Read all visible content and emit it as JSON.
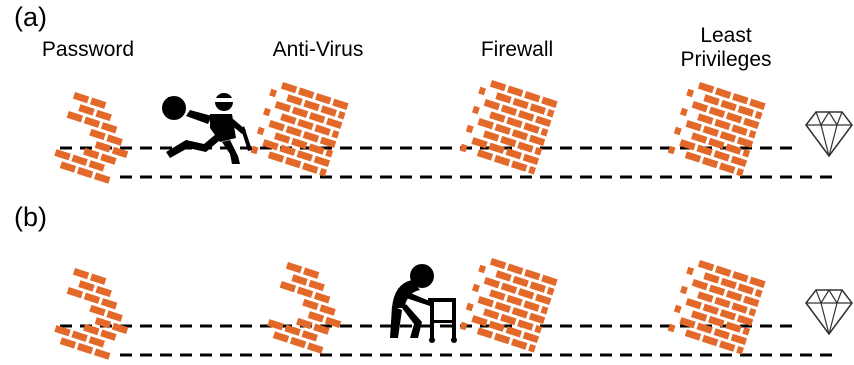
{
  "panel_a": {
    "label": "(a)"
  },
  "panel_b": {
    "label": "(b)"
  },
  "layers": [
    {
      "label": "Password"
    },
    {
      "label": "Anti-Virus"
    },
    {
      "label": "Firewall"
    },
    {
      "label": "Least\nPrivileges"
    }
  ],
  "colors": {
    "brick": "#e2692a",
    "line": "#000000",
    "diamond_stroke": "#333333"
  },
  "icons": {
    "attacker_a": "burglar-icon",
    "attacker_b": "elderly-walker-icon",
    "asset": "diamond-icon"
  }
}
